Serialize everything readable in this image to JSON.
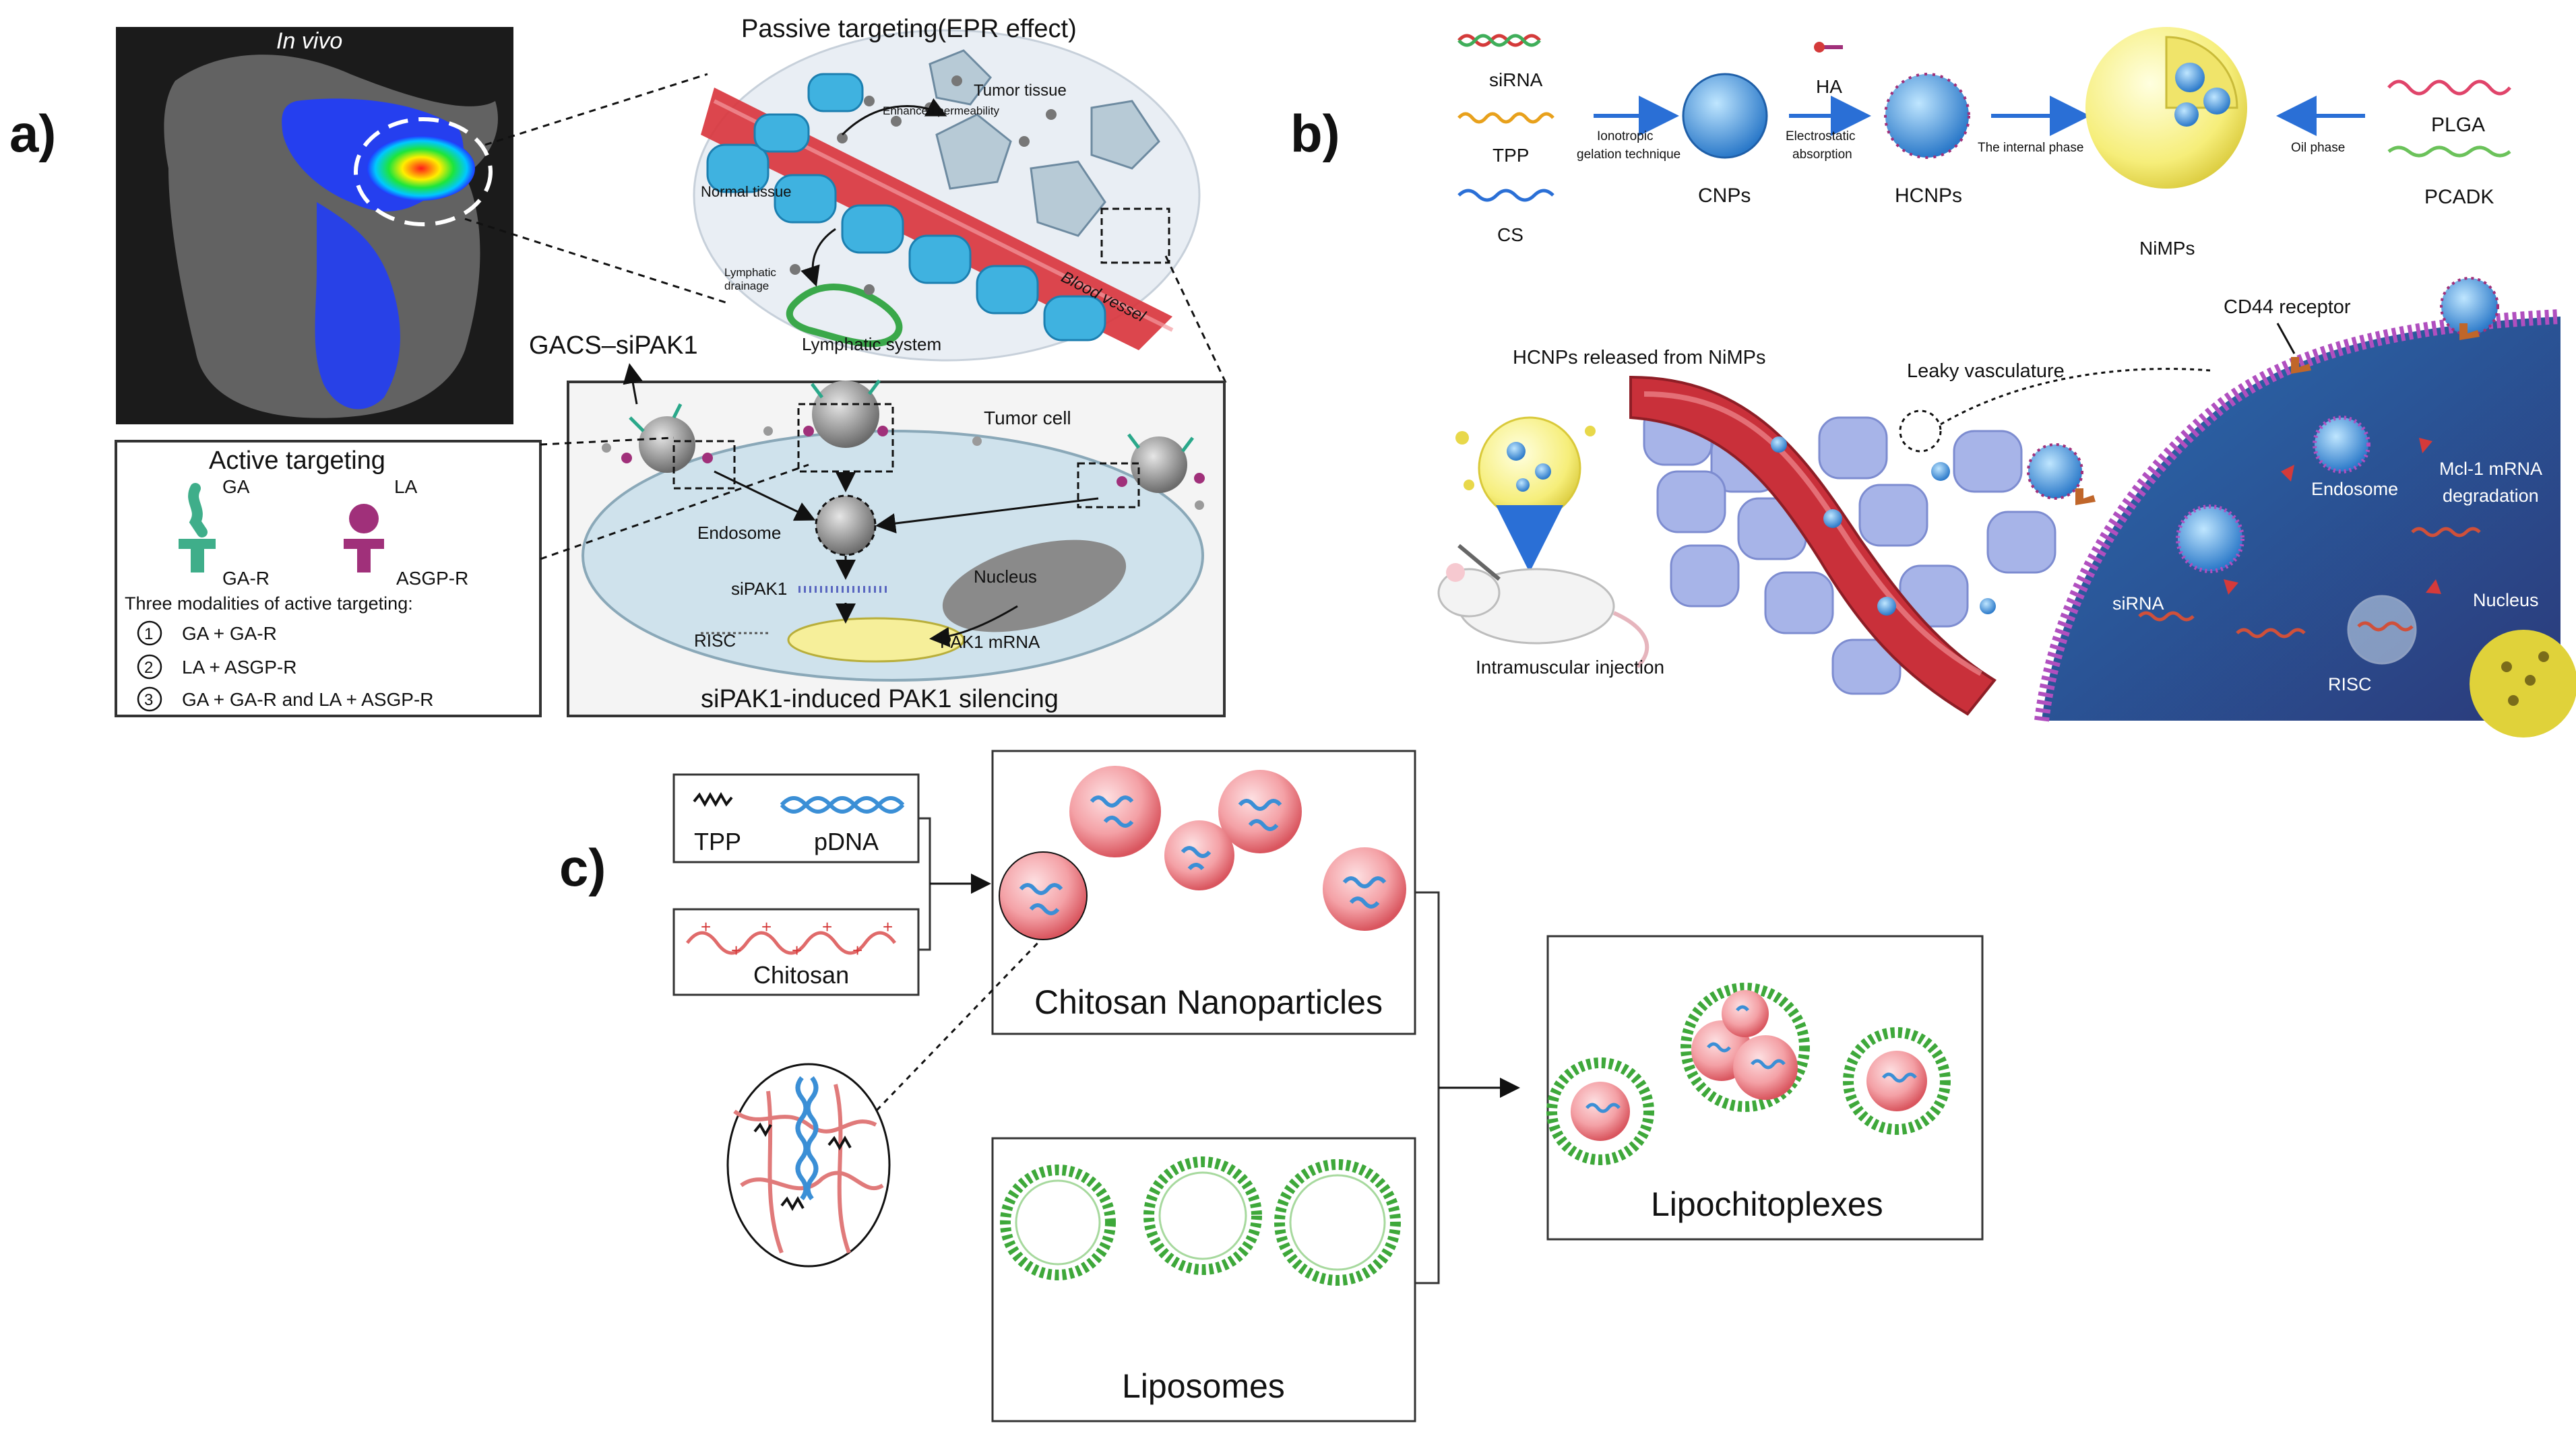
{
  "panel_a": {
    "letter": "a)",
    "in_vivo": "In vivo",
    "passive_title": "Passive targeting(EPR effect)",
    "tumor_tissue": "Tumor tissue",
    "enhanced_permeability": "Enhanced permeability",
    "normal_tissue": "Normal tissue",
    "lymphatic_drainage_1": "Lymphatic",
    "lymphatic_drainage_2": "drainage",
    "blood_vessel": "Blood vessel",
    "lymphatic_system": "Lymphatic system",
    "gacs": "GACS–siPAK1",
    "tumor_cell": "Tumor cell",
    "endosome": "Endosome",
    "sipak1": "siPAK1",
    "nucleus": "Nucleus",
    "risc": "RISC",
    "pak1_mrna": "PAK1 mRNA",
    "silencing_caption": "siPAK1-induced PAK1 silencing",
    "active_title": "Active targeting",
    "ga": "GA",
    "la": "LA",
    "ga_r": "GA-R",
    "asgp_r": "ASGP-R",
    "modalities_title": "Three modalities of active targeting:",
    "modalities": [
      {
        "num": "1",
        "text": "GA + GA-R"
      },
      {
        "num": "2",
        "text": "LA + ASGP-R"
      },
      {
        "num": "3",
        "text": "GA + GA-R and LA + ASGP-R"
      }
    ]
  },
  "panel_b": {
    "letter": "b)",
    "sirna": "siRNA",
    "tpp": "TPP",
    "cs": "CS",
    "ionotropic_1": "Ionotropic",
    "ionotropic_2": "gelation technique",
    "cnps": "CNPs",
    "ha": "HA",
    "electrostatic_1": "Electrostatic",
    "electrostatic_2": "absorption",
    "hcnps": "HCNPs",
    "internal_phase": "The internal phase",
    "nimps": "NiMPs",
    "oil_phase": "Oil phase",
    "plga": "PLGA",
    "pcadk": "PCADK",
    "released": "HCNPs released from NiMPs",
    "leaky": "Leaky vasculature",
    "cd44": "CD44 receptor",
    "endosome": "Endosome",
    "mcl1_1": "Mcl-1 mRNA",
    "mcl1_2": "degradation",
    "sirna_inner": "siRNA",
    "risc": "RISC",
    "nucleus": "Nucleus",
    "injection": "Intramuscular injection"
  },
  "panel_c": {
    "letter": "c)",
    "tpp": "TPP",
    "pdna": "pDNA",
    "chitosan": "Chitosan",
    "chitosan_nps": "Chitosan Nanoparticles",
    "liposomes": "Liposomes",
    "lipochitoplexes": "Lipochitoplexes"
  },
  "colors": {
    "heat_blue": "#1f3cff",
    "vessel_red": "#d9363e",
    "cell_blue": "#bcd7e6",
    "ga_green": "#3fae8a",
    "la_purple": "#a0307a",
    "np_pink": "#f3a3a8",
    "dna_blue": "#3b8fd6",
    "lipid_green": "#3ea83a",
    "arrow_blue": "#2a6fd6",
    "membrane_purple": "#b04fbf"
  }
}
